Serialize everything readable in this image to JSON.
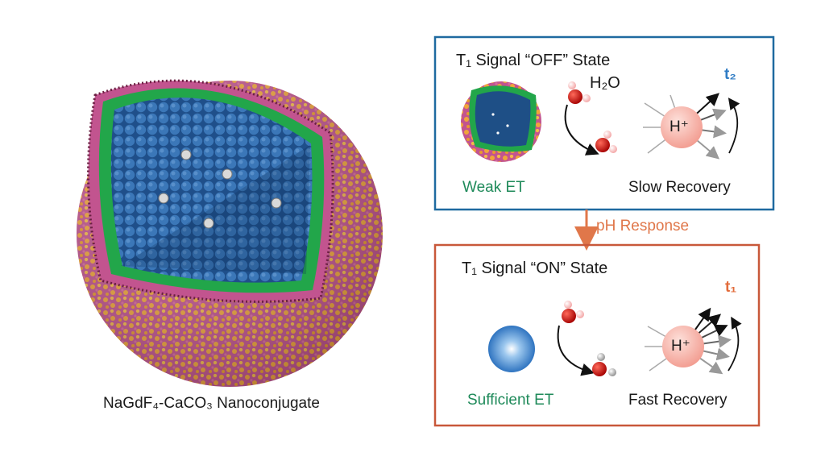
{
  "figure": {
    "nanoparticle_label": "NaGdF₄-CaCO₃ Nanoconjugate"
  },
  "off_panel": {
    "title": "T₁ Signal “OFF” State",
    "water_label": "H₂O",
    "time_label": "t₂",
    "transfer_label": "Weak ET",
    "recovery_label": "Slow Recovery",
    "border_color": "#1f6aa0"
  },
  "transition": {
    "label": "pH Response",
    "color": "#e0774a"
  },
  "on_panel": {
    "title": "T₁ Signal “ON” State",
    "time_label": "t₁",
    "transfer_label": "Sufficient ET",
    "recovery_label": "Fast Recovery",
    "border_color": "#c8583a"
  },
  "proton_label": "H⁺",
  "colors": {
    "core_blue": "#3b77b8",
    "shell_green": "#22a64a",
    "coating_pink": "#c2548f",
    "coating_orange": "#f0a53a",
    "et_text": "#1f8a5a",
    "time_text_off": "#2e7bc4",
    "time_text_on": "#e26b3a",
    "proton_fill": "#f6b1a8"
  }
}
